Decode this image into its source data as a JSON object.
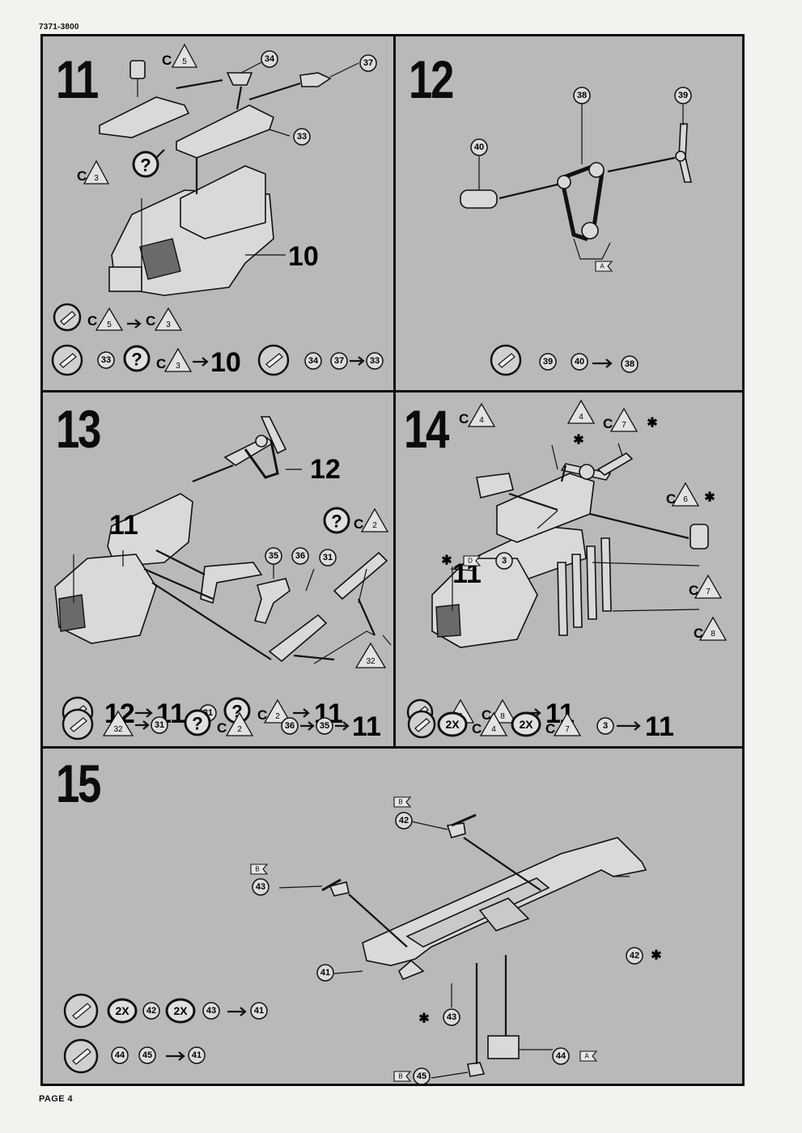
{
  "doc_code": "7371-3800",
  "page_label": "PAGE 4",
  "steps": [
    {
      "number": "11",
      "big_refs": [
        "10"
      ],
      "callouts": [
        "34",
        "37",
        "33"
      ],
      "tri_refs": [
        "5",
        "3"
      ]
    },
    {
      "number": "12",
      "callouts": [
        "38",
        "39",
        "40"
      ],
      "flags": [
        "A"
      ]
    },
    {
      "number": "13",
      "big_refs": [
        "12",
        "11"
      ],
      "callouts": [
        "35",
        "36",
        "31"
      ],
      "tri_refs": [
        "2",
        "32"
      ]
    },
    {
      "number": "14",
      "big_refs": [
        "11"
      ],
      "callouts": [
        "3"
      ],
      "tri_refs": [
        "4",
        "7",
        "6",
        "8"
      ],
      "flags": [
        "D"
      ]
    },
    {
      "number": "15",
      "callouts": [
        "42",
        "43",
        "41",
        "42",
        "43",
        "44",
        "45"
      ],
      "flags": [
        "B",
        "A"
      ]
    }
  ],
  "legend_rows": {
    "s11_row1": [
      "C",
      "5",
      "C",
      "3"
    ],
    "s11_row2": [
      "33",
      "?",
      "C",
      "3",
      "10",
      "34",
      "37",
      "33"
    ],
    "s12_row1": [
      "39",
      "40",
      "38"
    ],
    "s13_row1": [
      "12",
      "11",
      "31",
      "?",
      "C",
      "2",
      "11"
    ],
    "s13_row2": [
      "32",
      "31",
      "?",
      "C",
      "2",
      "36",
      "35",
      "11"
    ],
    "s14_row1": [
      "6",
      "C",
      "8",
      "11"
    ],
    "s14_row2": [
      "2X",
      "C",
      "4",
      "2X",
      "C",
      "7",
      "3",
      "11"
    ],
    "s15_row1": [
      "2X",
      "42",
      "2X",
      "43",
      "41"
    ],
    "s15_row2": [
      "44",
      "45",
      "41"
    ]
  },
  "colors": {
    "panel_gray": "#b9b9b9",
    "ink": "#111111",
    "paper": "#f3f2ef"
  },
  "icon_names": [
    "glue-tube-icon",
    "question-mark-icon",
    "star-asterisk-icon",
    "sprue-flag-icon",
    "triangle-ref-icon"
  ]
}
